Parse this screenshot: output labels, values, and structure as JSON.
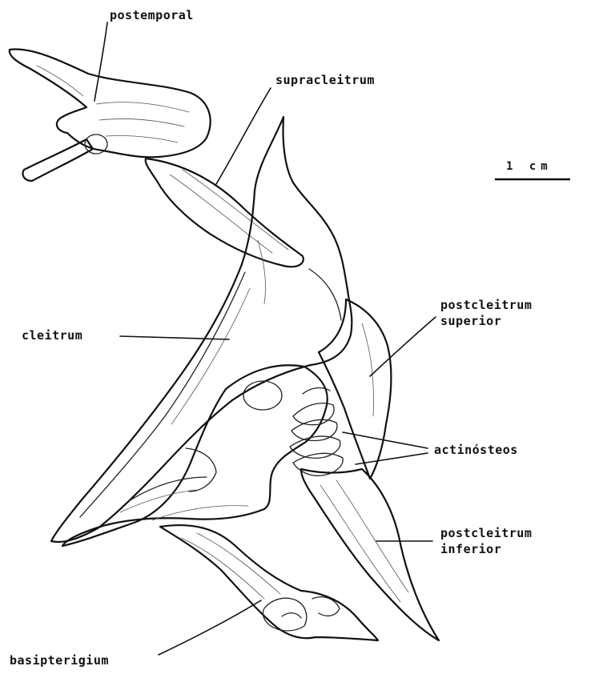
{
  "labels": {
    "postemporal": "postemporal",
    "supracleitrum": "supracleitrum",
    "cleitrum": "cleitrum",
    "postcleitrum_superior_1": "postcleitrum",
    "postcleitrum_superior_2": "superior",
    "actinosteos": "actinósteos",
    "postcleitrum_inferior_1": "postcleitrum",
    "postcleitrum_inferior_2": "inferior",
    "basipterigium": "basipterigium"
  },
  "scale_bar": {
    "text": "1 cm"
  }
}
